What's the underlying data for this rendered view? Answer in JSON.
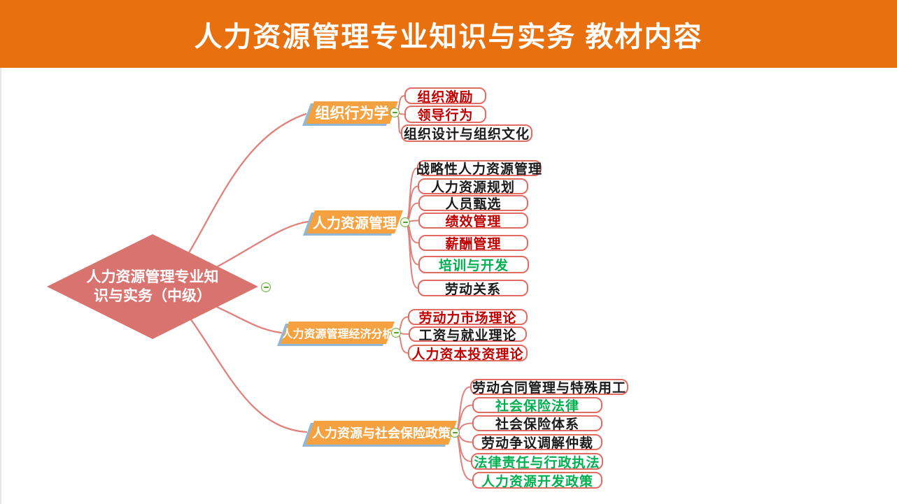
{
  "header": {
    "title": "人力资源管理专业知识与实务 教材内容"
  },
  "root": {
    "label_lines": [
      "人力资源管理专业知",
      "识与实务（中级）"
    ],
    "label": "人力资源管理专业知识与实务（中级）"
  },
  "branches": [
    {
      "label": "组织行为学",
      "children": [
        {
          "label": "组织激励",
          "color": "red"
        },
        {
          "label": "领导行为",
          "color": "red"
        },
        {
          "label": "组织设计与组织文化",
          "color": "black"
        }
      ]
    },
    {
      "label": "人力资源管理",
      "children": [
        {
          "label": "战略性人力资源管理",
          "color": "black"
        },
        {
          "label": "人力资源规划",
          "color": "black"
        },
        {
          "label": "人员甄选",
          "color": "black"
        },
        {
          "label": "绩效管理",
          "color": "red"
        },
        {
          "label": "薪酬管理",
          "color": "red"
        },
        {
          "label": "培训与开发",
          "color": "green"
        },
        {
          "label": "劳动关系",
          "color": "black"
        }
      ]
    },
    {
      "label": "人力资源管理经济分析",
      "children": [
        {
          "label": "劳动力市场理论",
          "color": "red"
        },
        {
          "label": "工资与就业理论",
          "color": "black"
        },
        {
          "label": "人力资本投资理论",
          "color": "red"
        }
      ]
    },
    {
      "label": "人力资源与社会保险政策",
      "children": [
        {
          "label": "劳动合同管理与特殊用工",
          "color": "black"
        },
        {
          "label": "社会保险法律",
          "color": "green"
        },
        {
          "label": "社会保险体系",
          "color": "black"
        },
        {
          "label": "劳动争议调解仲裁",
          "color": "black"
        },
        {
          "label": "法律责任与行政执法",
          "color": "green"
        },
        {
          "label": "人力资源开发政策",
          "color": "green"
        }
      ]
    }
  ],
  "icons": {
    "collapse": "minus-circle-icon"
  },
  "colors": {
    "header_bg": "#E8700E",
    "root_bg": "#D87370",
    "branch_bg": "#F6A13F",
    "branch_accent": "#8FB8D8",
    "connector": "#E0827C",
    "box_border": "#E26B62",
    "text_red": "#C00000",
    "text_green": "#00B050",
    "text_black": "#1A1A1A",
    "collapse_border": "#70AD47",
    "collapse_fill": "#F3F9EA",
    "collapse_glyph": "#5A9E33"
  }
}
